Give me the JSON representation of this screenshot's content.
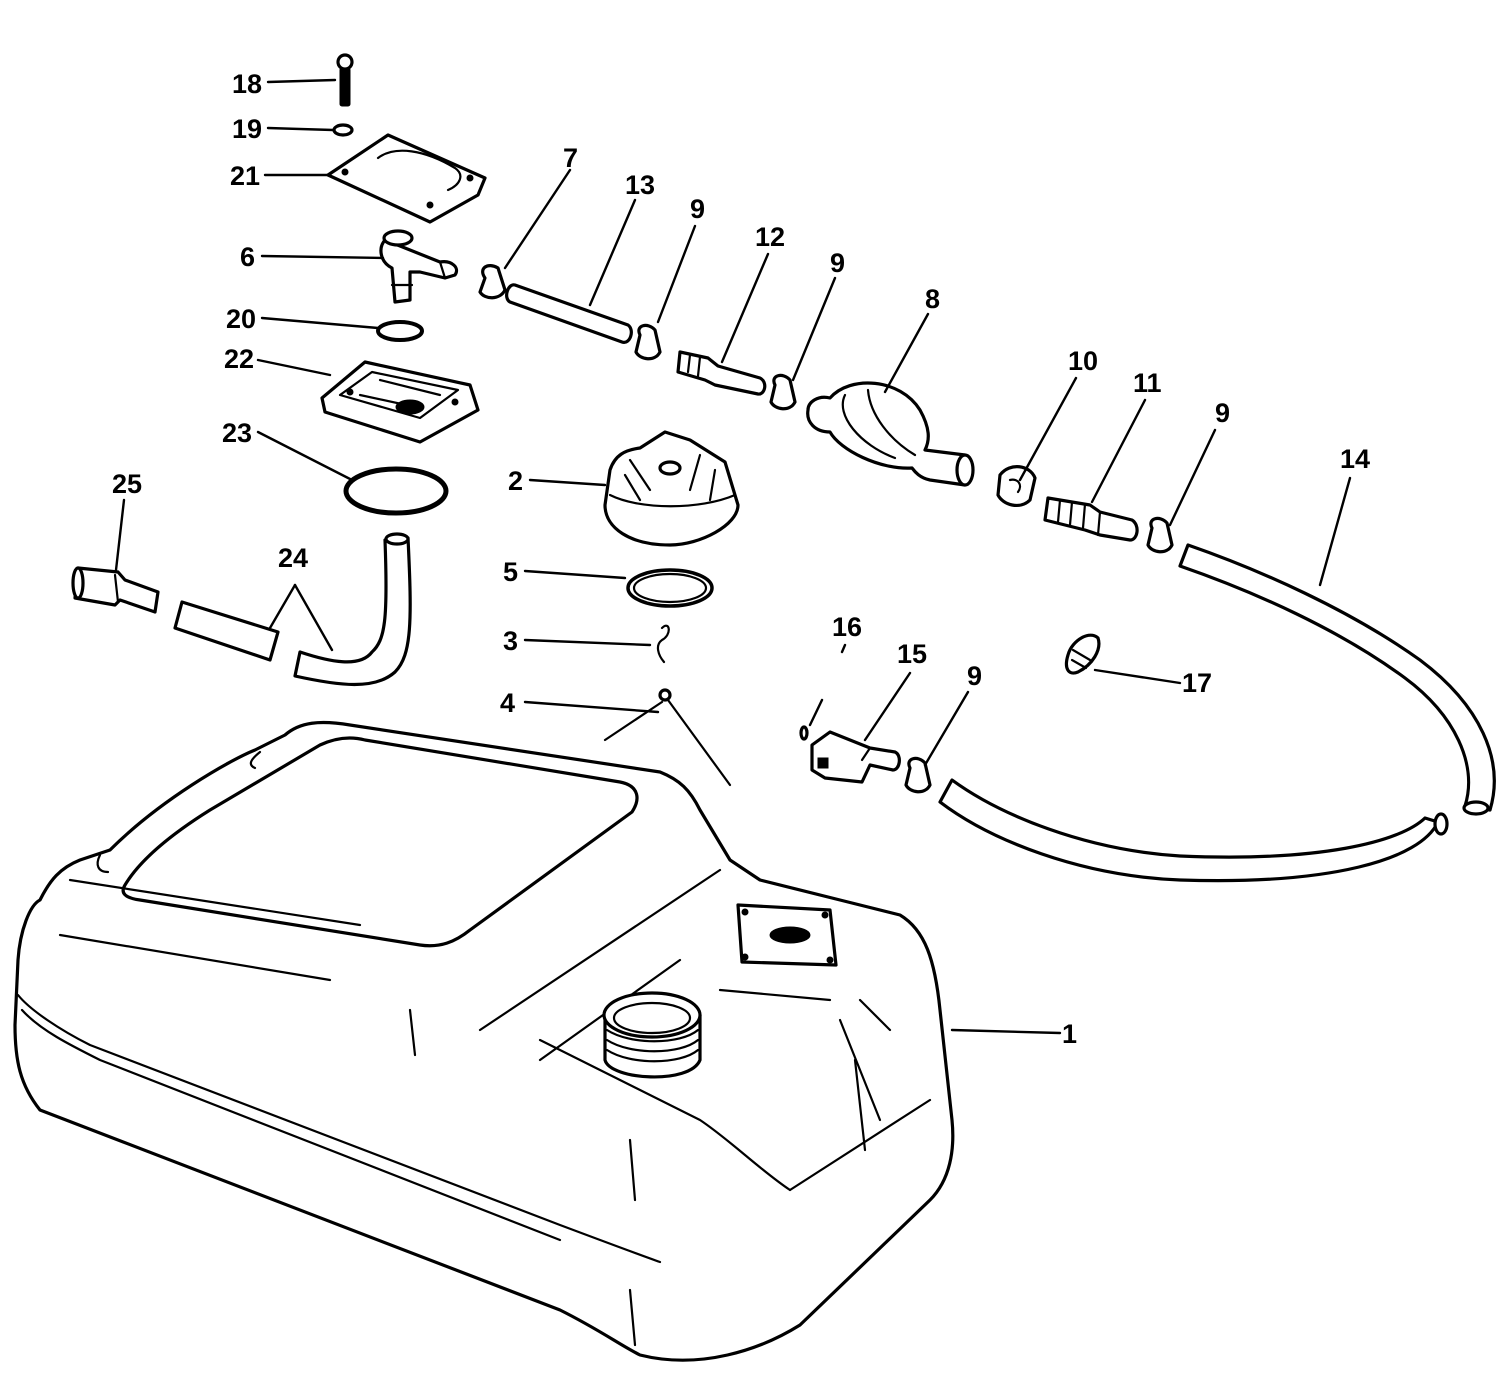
{
  "callouts": {
    "c1": "1",
    "c2": "2",
    "c3": "3",
    "c4": "4",
    "c5": "5",
    "c6": "6",
    "c7": "7",
    "c8": "8",
    "c9a": "9",
    "c9b": "9",
    "c9c": "9",
    "c9d": "9",
    "c10": "10",
    "c11": "11",
    "c12": "12",
    "c13": "13",
    "c14": "14",
    "c15": "15",
    "c16": "16",
    "c17": "17",
    "c18": "18",
    "c19": "19",
    "c20": "20",
    "c21": "21",
    "c22": "22",
    "c23": "23",
    "c24": "24",
    "c25": "25"
  },
  "colors": {
    "ink": "#000000",
    "paper": "#ffffff"
  }
}
